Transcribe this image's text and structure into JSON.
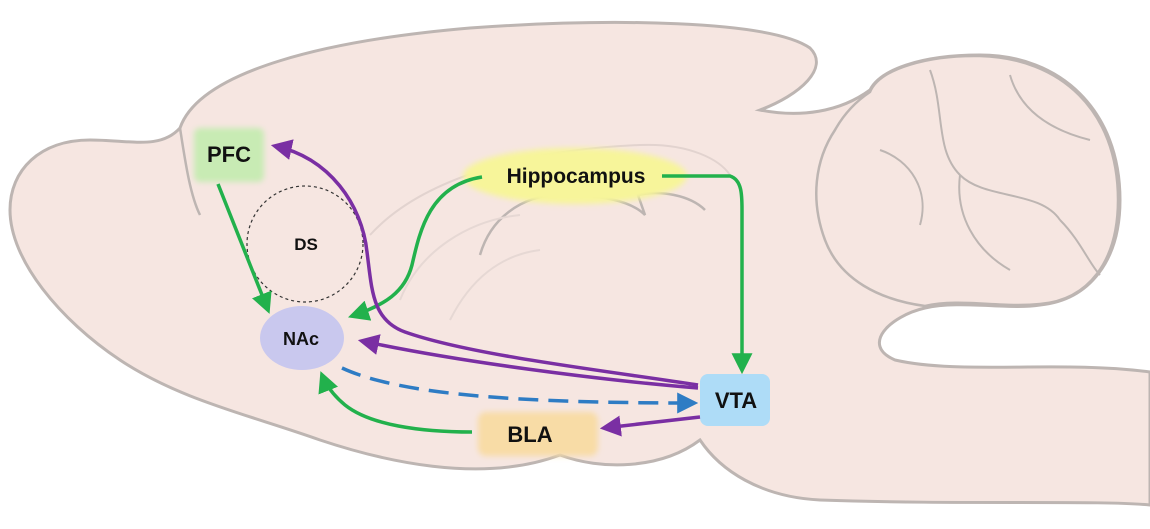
{
  "regions": {
    "pfc": {
      "label": "PFC",
      "color": "#c8ebb4"
    },
    "ds": {
      "label": "DS"
    },
    "nac": {
      "label": "NAc",
      "color": "#c9c8ee"
    },
    "hippocampus": {
      "label": "Hippocampus",
      "color": "#f7f59a"
    },
    "vta": {
      "label": "VTA",
      "color": "#aedcf7"
    },
    "bla": {
      "label": "BLA",
      "color": "#f8dca6"
    }
  },
  "colors": {
    "brain_fill": "#f6e6e1",
    "brain_stroke": "#bdb5b2",
    "green_projection": "#22b14c",
    "purple_projection": "#7a2fa3",
    "blue_dashed_projection": "#2e7cc4"
  },
  "projections": [
    {
      "from": "PFC",
      "to": "NAc",
      "color": "green",
      "style": "solid"
    },
    {
      "from": "Hippocampus",
      "to": "NAc",
      "color": "green",
      "style": "solid"
    },
    {
      "from": "Hippocampus",
      "to": "VTA",
      "color": "green",
      "style": "solid"
    },
    {
      "from": "BLA",
      "to": "NAc",
      "color": "green",
      "style": "solid"
    },
    {
      "from": "VTA",
      "to": "PFC",
      "color": "purple",
      "style": "solid"
    },
    {
      "from": "VTA",
      "to": "NAc",
      "color": "purple",
      "style": "solid"
    },
    {
      "from": "VTA",
      "to": "BLA",
      "color": "purple",
      "style": "solid"
    },
    {
      "from": "NAc",
      "to": "VTA",
      "color": "blue",
      "style": "dashed"
    }
  ]
}
